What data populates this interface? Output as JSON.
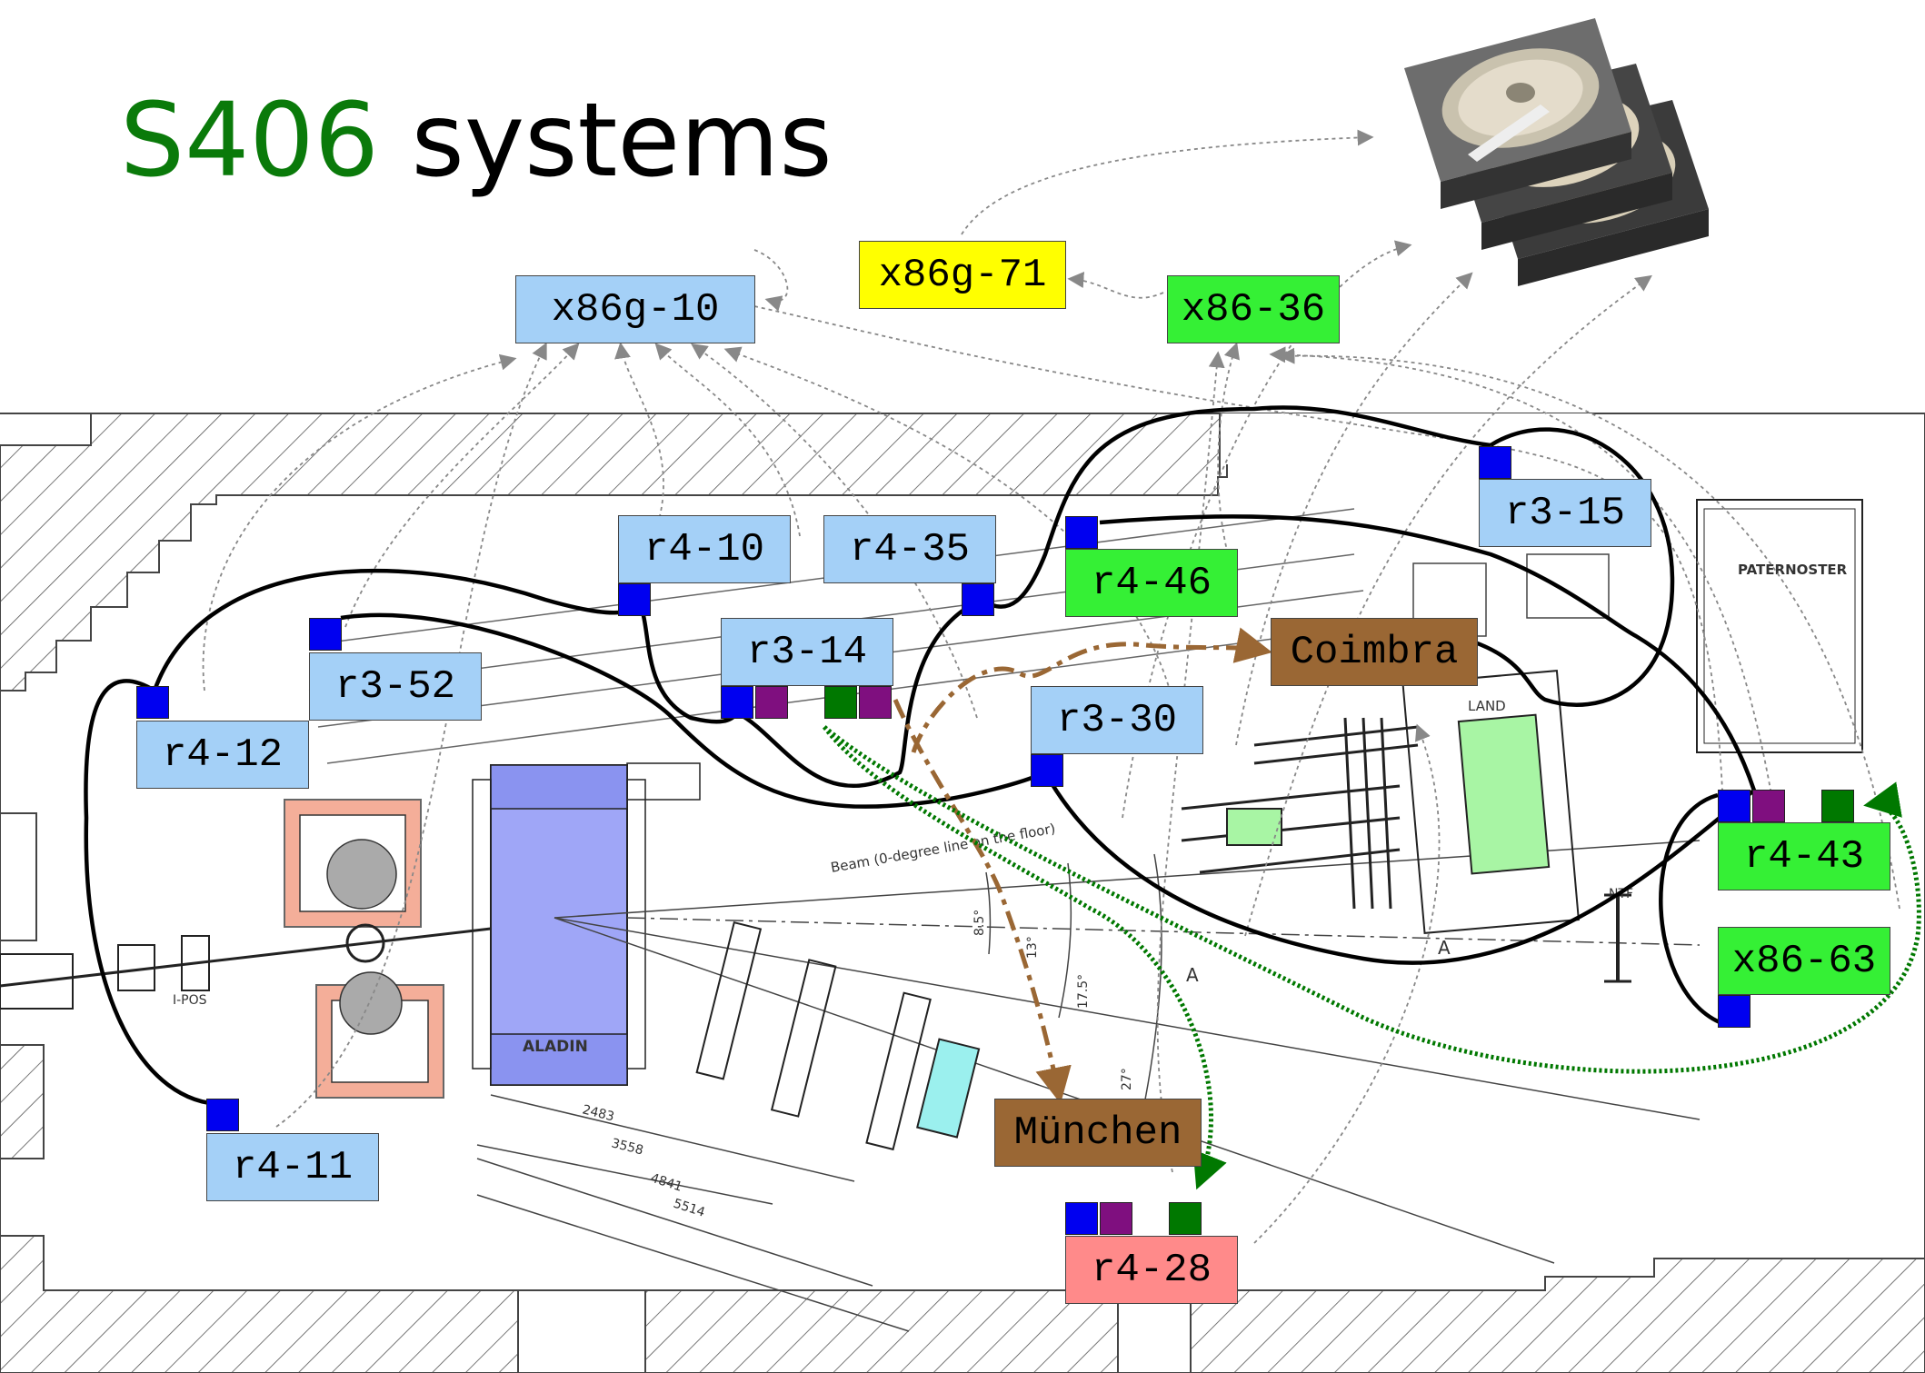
{
  "title": {
    "highlight": "S406",
    "rest": " systems"
  },
  "colors": {
    "node_blue": "#a4d0f7",
    "node_green": "#35f035",
    "node_yellow": "#ffff00",
    "node_brown": "#9a6734",
    "node_red": "#ff8a8a",
    "port_blue": "#0000f0",
    "port_purple": "#7f0f7f",
    "port_green": "#007800",
    "link_black": "#000000",
    "link_brown": "#9a6734",
    "link_green": "#007800",
    "link_gray": "#888888"
  },
  "nodes": {
    "x86g_10": "x86g-10",
    "x86g_71": "x86g-71",
    "x86_36": "x86-36",
    "r4_10": "r4-10",
    "r4_35": "r4-35",
    "r3_15": "r3-15",
    "r4_46": "r4-46",
    "coimbra": "Coimbra",
    "r3_14": "r3-14",
    "r3_52": "r3-52",
    "r4_12": "r4-12",
    "r3_30": "r3-30",
    "r4_43": "r4-43",
    "x86_63": "x86-63",
    "muenchen": "München",
    "r4_11": "r4-11",
    "r4_28": "r4-28"
  },
  "plan_labels": {
    "paternoster": "PATERNOSTER",
    "aladin": "ALADIN",
    "land": "LAND",
    "beam": "Beam (0-degree line on the floor)",
    "ipos": "I-POS",
    "ntf": "NTF",
    "section_a": "A",
    "angle_85": "8.5°",
    "angle_13": "13°",
    "angle_175": "17.5°",
    "angle_27": "27°",
    "dim_2483": "2483",
    "dim_3558": "3558",
    "dim_4841": "4841",
    "dim_5514": "5514"
  }
}
